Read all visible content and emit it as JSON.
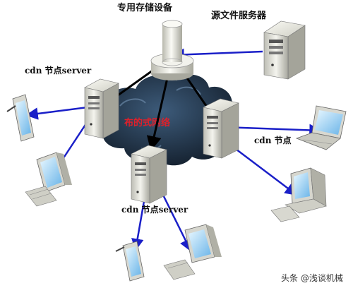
{
  "labels": {
    "storage": "专用存储设备",
    "origin_server": "源文件服务器",
    "cdn_left": "cdn 节点server",
    "cdn_right": "cdn 节点",
    "cdn_bottom": "cdn 节点server",
    "cloud": "布的式网络"
  },
  "watermark": "头条 @浅谈机械",
  "colors": {
    "cloud": "#1c2b3c",
    "cloud_text": "#e0202a",
    "blue_link": "#1a1fc8",
    "black_link": "#000000"
  }
}
